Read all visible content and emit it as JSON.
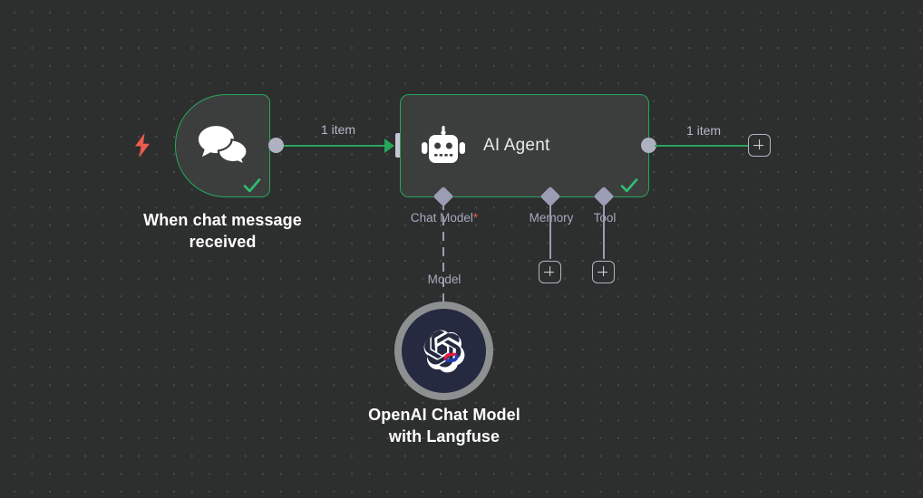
{
  "canvas": {
    "background_color": "#2d2e2e",
    "grid_dot_color": "#4a4c4c",
    "accent_success": "#26a65b",
    "accent_required": "#ef5b4c",
    "port_color": "#aeb2c0"
  },
  "nodes": {
    "trigger": {
      "label": "When chat message\nreceived",
      "icon": "chat-bubbles-icon",
      "trigger_icon": "lightning-bolt-icon",
      "status": "success",
      "status_icon": "check-icon"
    },
    "agent": {
      "title": "AI Agent",
      "icon": "robot-icon",
      "status": "success",
      "status_icon": "check-icon",
      "sub_ports": [
        {
          "label": "Chat Model",
          "required": true,
          "required_marker": "*"
        },
        {
          "label": "Memory",
          "required": false,
          "required_marker": ""
        },
        {
          "label": "Tool",
          "required": false,
          "required_marker": ""
        }
      ]
    },
    "openai": {
      "label": "OpenAI Chat Model\nwith Langfuse",
      "icon": "openai-logo-icon",
      "badge_icon": "langfuse-badge-icon",
      "connection_label": "Model"
    }
  },
  "edges": {
    "trigger_to_agent_label": "1 item",
    "agent_to_output_label": "1 item"
  },
  "buttons": {
    "add_output_label": "+",
    "add_memory_label": "+",
    "add_tool_label": "+"
  }
}
